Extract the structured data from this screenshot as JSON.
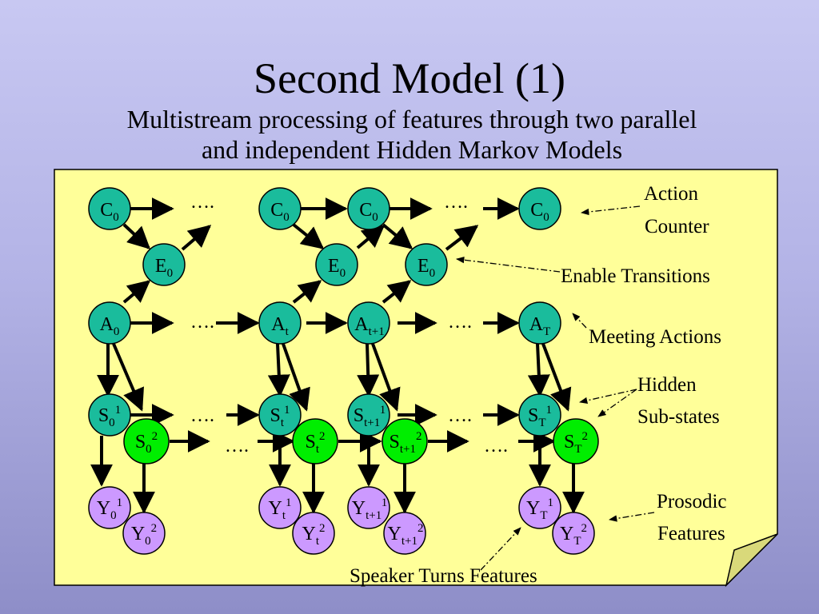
{
  "slide": {
    "title": "Second Model (1)",
    "subtitle_line1": "Multistream processing of features through two parallel",
    "subtitle_line2": "and independent Hidden Markov Models"
  },
  "colors": {
    "background": "#b8b8ea",
    "note_paper": "#ffff99",
    "node_teal": "#1abc9c",
    "node_green": "#00ee00",
    "node_purple": "#cc99ff"
  },
  "nodes": {
    "c0": "C",
    "c0_sub": "0",
    "e0": "E",
    "e0_sub": "0",
    "a0": "A",
    "a0_sub": "0",
    "at": "A",
    "at_sub": "t",
    "at1": "A",
    "at1_sub": "t+1",
    "aT": "A",
    "aT_sub": "T",
    "s": "S",
    "y": "Y",
    "sub_0": "0",
    "sub_t": "t",
    "sub_t1": "t+1",
    "sub_T": "T",
    "sup1": "1",
    "sup2": "2"
  },
  "ellipsis": "….",
  "annotations": {
    "action": "Action",
    "counter": "Counter",
    "enable_transitions": "Enable Transitions",
    "meeting_actions": "Meeting Actions",
    "hidden": "Hidden",
    "sub_states": "Sub-states",
    "prosodic": "Prosodic",
    "features": "Features",
    "speaker_turns": "Speaker Turns Features"
  }
}
